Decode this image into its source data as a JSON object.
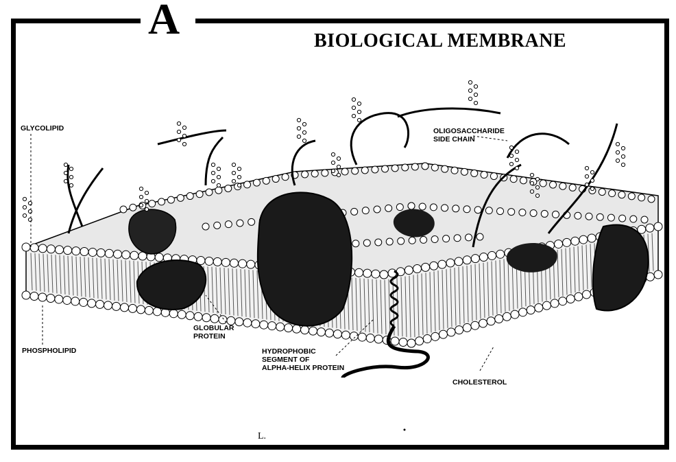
{
  "figure": {
    "letter": "A",
    "title": "BIOLOGICAL MEMBRANE",
    "footer_mark": "L."
  },
  "labels": {
    "glycolipid": "GLYCOLIPID",
    "oligosaccharide_line1": "OLIGOSACCHARIDE",
    "oligosaccharide_line2": "SIDE CHAIN",
    "phospholipid": "PHOSPHOLIPID",
    "globular_line1": "GLOBULAR",
    "globular_line2": "PROTEIN",
    "hydrophobic_line1": "HYDROPHOBIC",
    "hydrophobic_line2": "SEGMENT OF",
    "hydrophobic_line3": "ALPHA-HELIX PROTEIN",
    "cholesterol": "CHOLESTEROL"
  },
  "colors": {
    "ink": "#000000",
    "paper": "#ffffff",
    "membrane_fill": "#e8e8e8",
    "protein_fill": "#1a1a1a"
  }
}
